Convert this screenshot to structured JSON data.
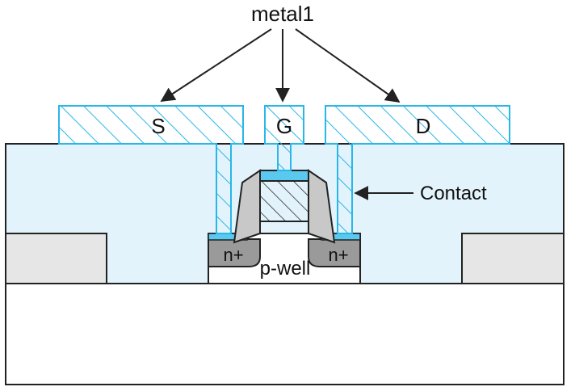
{
  "labels": {
    "metal1": "metal1",
    "source": "S",
    "gate": "G",
    "drain": "D",
    "contact": "Contact",
    "n_plus_left": "n+",
    "n_plus_right": "n+",
    "p_well": "p-well"
  },
  "colors": {
    "metal_stroke": "#29b6e8",
    "dielectric_fill": "#e3f3fc",
    "gate_cap_fill": "#5bc8f0",
    "diffusion_fill": "#9a9a9a",
    "spacer_fill": "#c8c8c8",
    "isolation_fill": "#e6e6e6",
    "outline": "#222222"
  }
}
